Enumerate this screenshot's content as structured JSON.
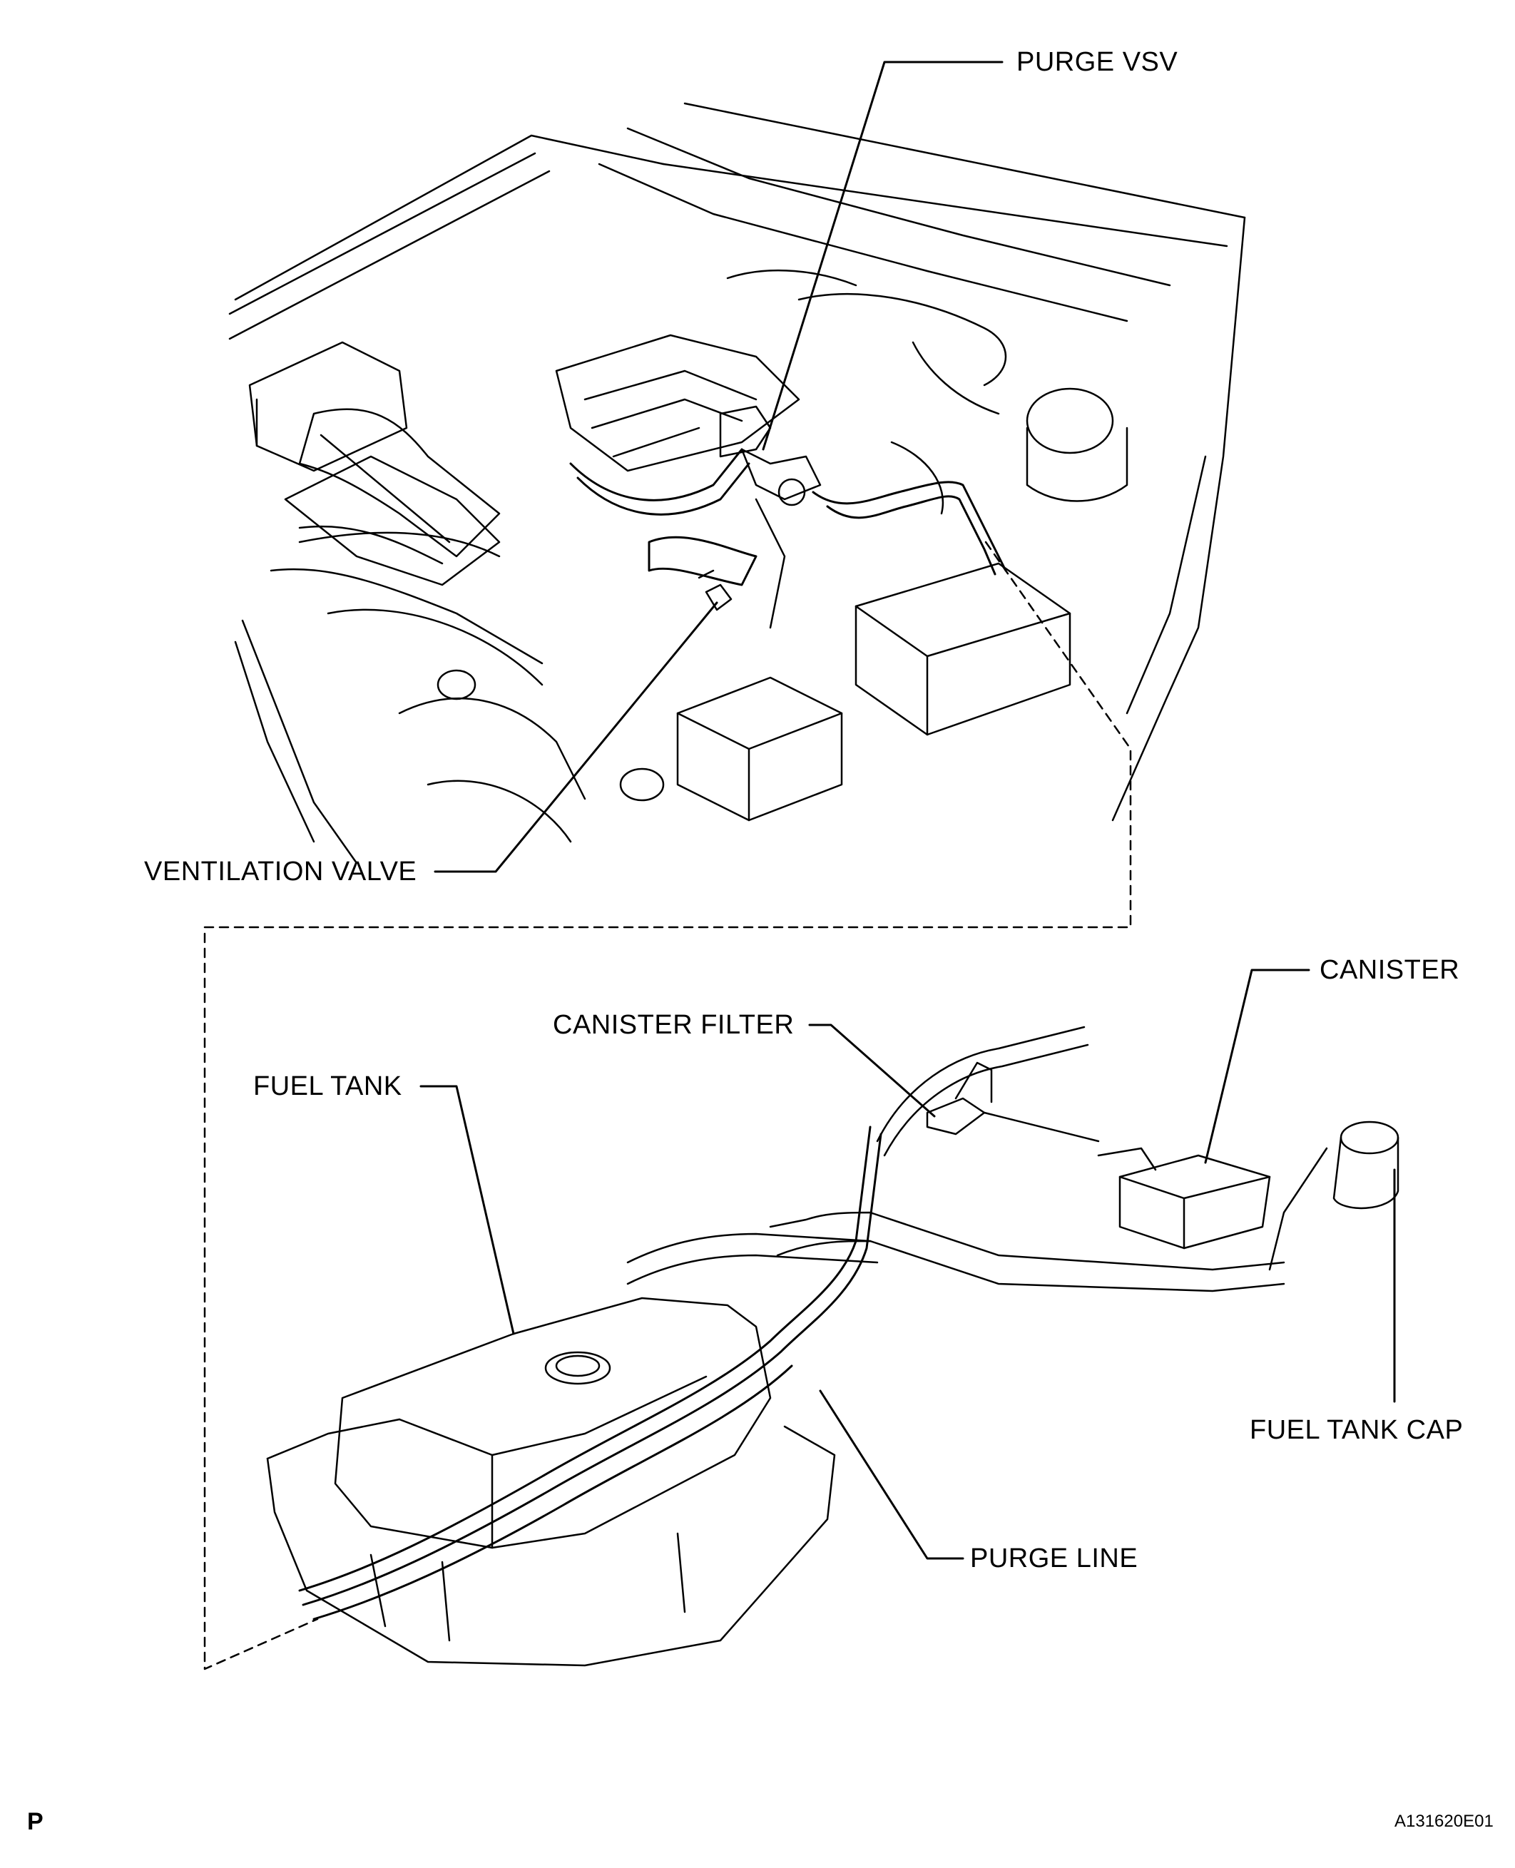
{
  "labels": {
    "purge_vsv": "PURGE VSV",
    "ventilation_valve": "VENTILATION VALVE",
    "canister": "CANISTER",
    "canister_filter": "CANISTER FILTER",
    "fuel_tank": "FUEL TANK",
    "fuel_tank_cap": "FUEL TANK CAP",
    "purge_line": "PURGE LINE"
  },
  "footer": {
    "section_code": "P",
    "figure_id": "A131620E01"
  },
  "colors": {
    "line": "#000000",
    "background": "#ffffff"
  }
}
